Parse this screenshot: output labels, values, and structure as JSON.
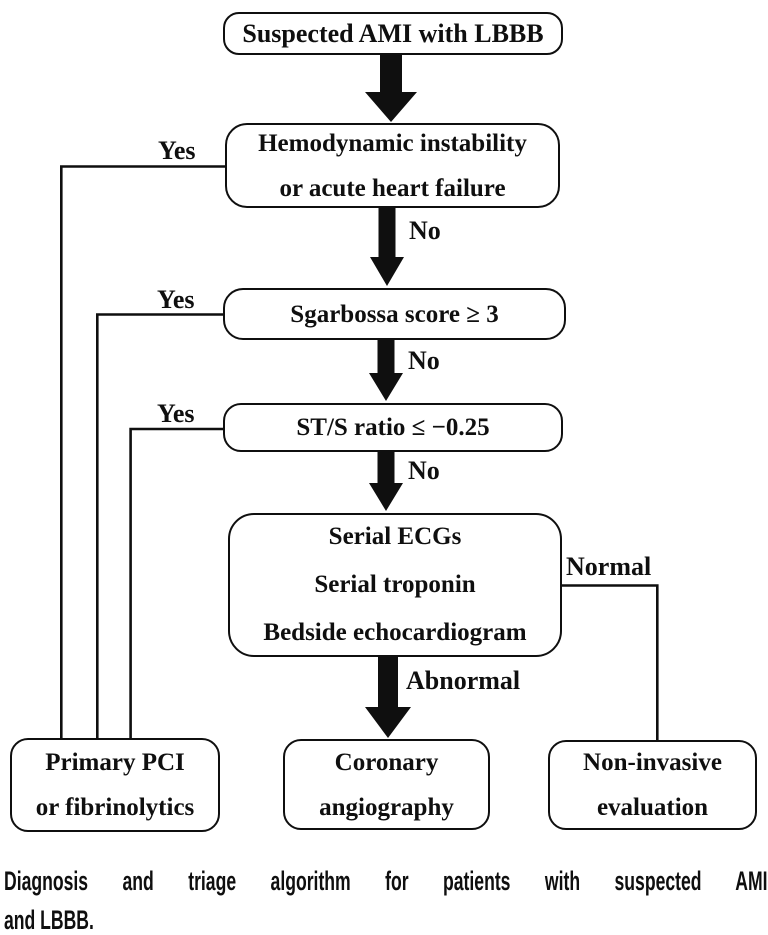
{
  "figure": {
    "nodes": {
      "start": {
        "text": "Suspected AMI with LBBB"
      },
      "hemodynamic": {
        "line1": "Hemodynamic instability",
        "line2": "or acute heart failure"
      },
      "sgarbossa": {
        "text": "Sgarbossa score ≥ 3"
      },
      "st_ratio": {
        "text": "ST/S ratio ≤ −0.25"
      },
      "workup": {
        "line1": "Serial ECGs",
        "line2": "Serial troponin",
        "line3": "Bedside echocardiogram"
      },
      "pci": {
        "line1": "Primary PCI",
        "line2": "or fibrinolytics"
      },
      "angio": {
        "line1": "Coronary",
        "line2": "angiography"
      },
      "noninvasive": {
        "line1": "Non-invasive",
        "line2": "evaluation"
      }
    },
    "labels": {
      "yes1": "Yes",
      "yes2": "Yes",
      "yes3": "Yes",
      "no1": "No",
      "no2": "No",
      "no3": "No",
      "normal": "Normal",
      "abnormal": "Abnormal"
    },
    "colors": {
      "ink": "#0f0f0f",
      "background": "#ffffff"
    }
  },
  "caption": {
    "line1": "Diagnosis and triage algorithm for patients with suspected AMI",
    "line2": "and LBBB."
  }
}
